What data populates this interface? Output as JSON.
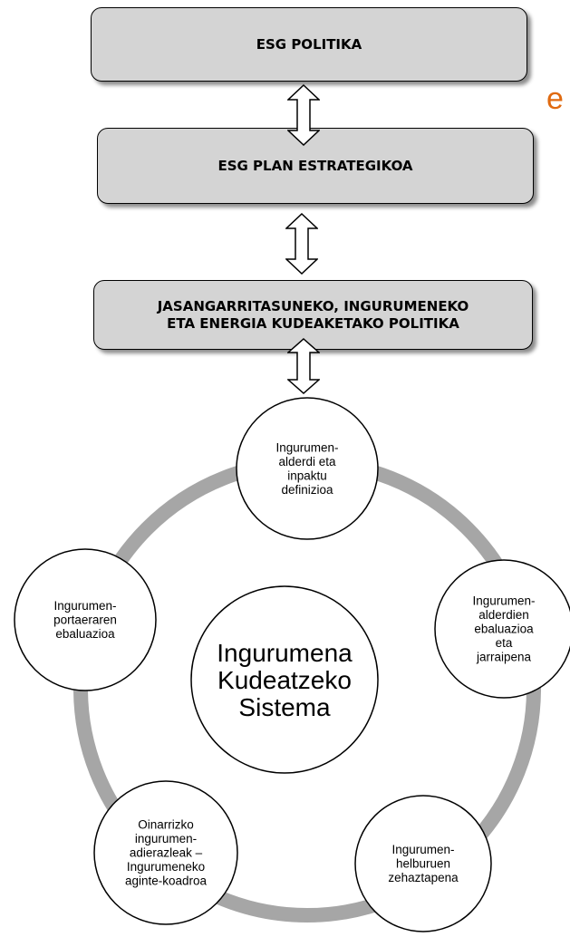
{
  "boxes": {
    "esg_policy": "ESG POLITIKA",
    "esg_plan": "ESG PLAN ESTRATEGIKOA",
    "policy_line1": "JASANGARRITASUNEKO, INGURUMENEKO",
    "policy_line2": "ETA ENERGIA KUDEAKETAKO POLITIKA"
  },
  "logo_fragment": "e",
  "colors": {
    "box_fill": "#d4d4d4",
    "ring": "#a6a6a6",
    "logo": "#e06a10"
  },
  "cycle": {
    "center": [
      "Ingurumena",
      "Kudeatzeko",
      "Sistema"
    ],
    "nodes": [
      {
        "id": "node-aspects-definition",
        "lines": [
          "Ingurumen-",
          "alderdi eta",
          "inpaktu",
          "definizioa"
        ]
      },
      {
        "id": "node-aspects-evaluation",
        "lines": [
          "Ingurumen-",
          "alderdien",
          "ebaluazioa",
          "eta",
          "jarraipena"
        ]
      },
      {
        "id": "node-objectives",
        "lines": [
          "Ingurumen-",
          "helburuen",
          "zehaztapena"
        ]
      },
      {
        "id": "node-indicators",
        "lines": [
          "Oinarrizko",
          "ingurumen-",
          "adierazleak –",
          "Ingurumeneko",
          "aginte-koadroa"
        ]
      },
      {
        "id": "node-performance",
        "lines": [
          "Ingurumen-",
          "portaeraren",
          "ebaluazioa"
        ]
      }
    ]
  }
}
